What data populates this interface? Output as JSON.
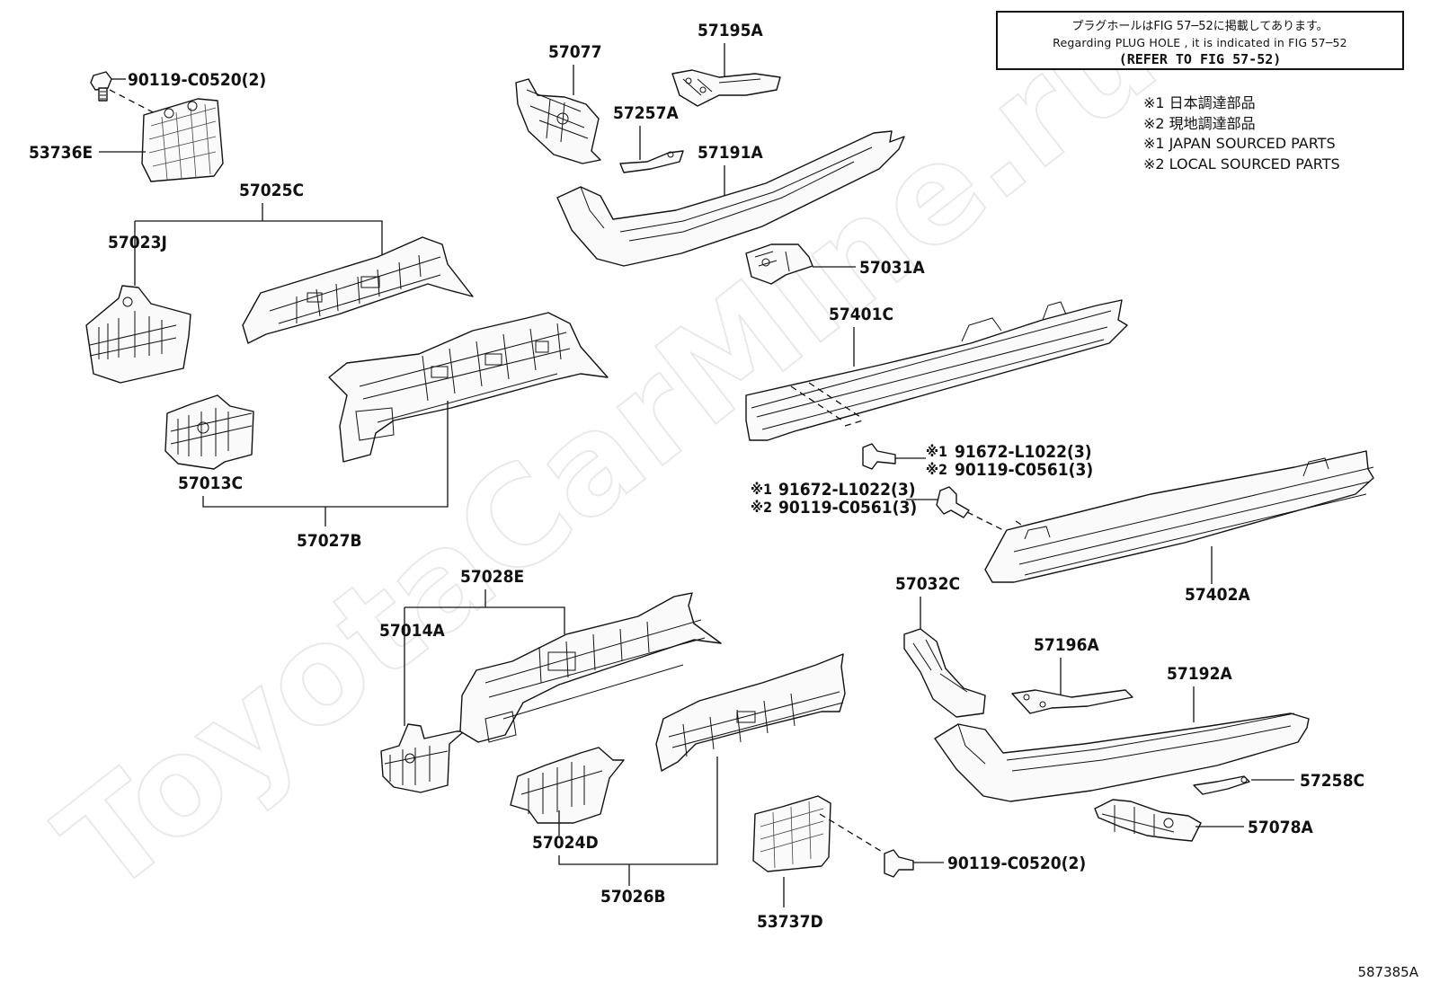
{
  "watermark": "ToyotaCarMine.ru",
  "reference_box": {
    "line1": "プラグホールはFIG 57─52に掲載してあります。",
    "line2": "Regarding PLUG HOLE , it is indicated in FIG 57─52",
    "line3": "(REFER TO FIG 57-52)"
  },
  "notes": [
    "※1  日本調達部品",
    "※2  現地調達部品",
    "※1  JAPAN SOURCED PARTS",
    "※2  LOCAL SOURCED PARTS"
  ],
  "diagram_id": "587385A",
  "parts": {
    "p90119_c0520_top": "90119-C0520(2)",
    "p53736E": "53736E",
    "p57025C": "57025C",
    "p57023J": "57023J",
    "p57013C": "57013C",
    "p57027B": "57027B",
    "p57077": "57077",
    "p57195A": "57195A",
    "p57257A": "57257A",
    "p57191A": "57191A",
    "p57031A": "57031A",
    "p57401C": "57401C",
    "p91672_a": "91672-L1022(3)",
    "p90119_c0561_a": "90119-C0561(3)",
    "p91672_b": "91672-L1022(3)",
    "p90119_c0561_b": "90119-C0561(3)",
    "p57402A": "57402A",
    "p57028E": "57028E",
    "p57014A": "57014A",
    "p57024D": "57024D",
    "p57026B": "57026B",
    "p53737D": "53737D",
    "p90119_c0520_bottom": "90119-C0520(2)",
    "p57032C": "57032C",
    "p57196A": "57196A",
    "p57192A": "57192A",
    "p57258C": "57258C",
    "p57078A": "57078A"
  },
  "markers": {
    "japan": "※1",
    "local": "※2"
  }
}
